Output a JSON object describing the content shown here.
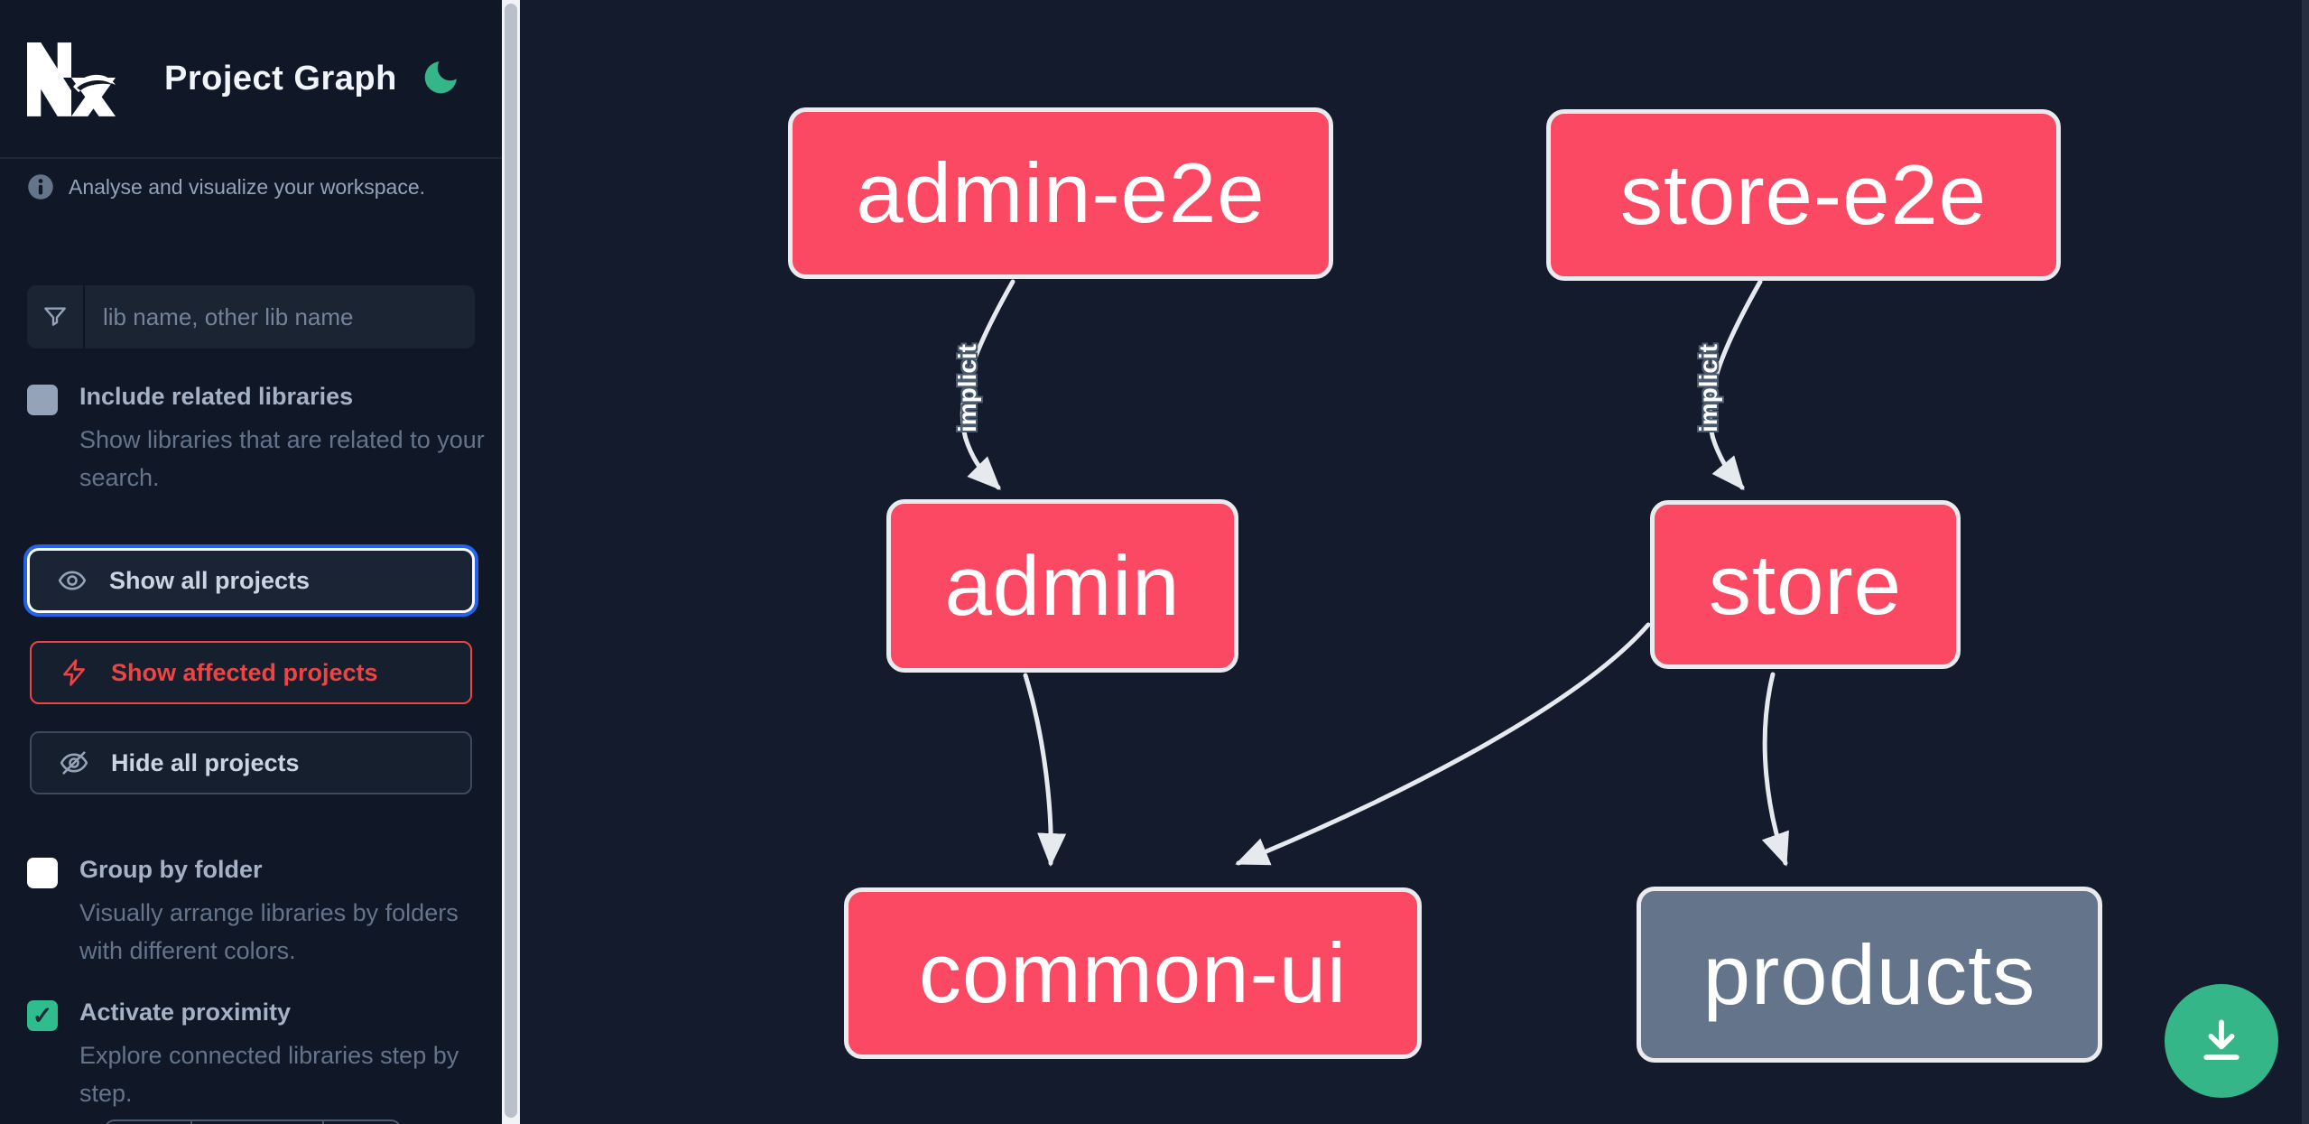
{
  "app": {
    "title": "Project Graph"
  },
  "sidebar": {
    "info_text": "Analyse and visualize your workspace.",
    "search": {
      "placeholder": "lib name, other lib name"
    },
    "toggles": [
      {
        "label": "Include related libraries",
        "description": "Show libraries that are related to your search.",
        "checked": false,
        "state": "disabled"
      },
      {
        "label": "Group by folder",
        "description": "Visually arrange libraries by folders with different colors.",
        "checked": false,
        "state": "enabled"
      },
      {
        "label": "Activate proximity",
        "description": "Explore connected libraries step by step.",
        "checked": true,
        "state": "enabled"
      }
    ],
    "actions": [
      {
        "label": "Show all projects",
        "variant": "focused-blue",
        "icon": "eye-icon"
      },
      {
        "label": "Show affected projects",
        "variant": "danger-outline",
        "icon": "bolt-icon"
      },
      {
        "label": "Hide all projects",
        "variant": "default-outline",
        "icon": "eye-off-icon"
      }
    ],
    "check_glyph": "✓"
  },
  "graph": {
    "nodes": [
      {
        "id": "admin-e2e",
        "label": "admin-e2e",
        "color": "#fb4964"
      },
      {
        "id": "store-e2e",
        "label": "store-e2e",
        "color": "#fb4964"
      },
      {
        "id": "admin",
        "label": "admin",
        "color": "#fb4964"
      },
      {
        "id": "store",
        "label": "store",
        "color": "#fb4964"
      },
      {
        "id": "common-ui",
        "label": "common-ui",
        "color": "#fb4964"
      },
      {
        "id": "products",
        "label": "products",
        "color": "#64748b"
      }
    ],
    "edges": [
      {
        "from": "admin-e2e",
        "to": "admin",
        "label": "implicit"
      },
      {
        "from": "store-e2e",
        "to": "store",
        "label": "implicit"
      },
      {
        "from": "admin",
        "to": "common-ui",
        "label": ""
      },
      {
        "from": "store",
        "to": "common-ui",
        "label": ""
      },
      {
        "from": "store",
        "to": "products",
        "label": ""
      }
    ]
  },
  "fab": {
    "icon": "download-icon"
  },
  "colors": {
    "sidebar_bg": "#101828",
    "canvas_bg": "#141b2c",
    "node_pink": "#fb4964",
    "node_gray": "#64748b",
    "node_border": "#e9ebef",
    "edge": "#e6e9ee",
    "accent_green": "#35b689",
    "focus_blue": "#2563eb",
    "danger_red": "#ee4444"
  }
}
